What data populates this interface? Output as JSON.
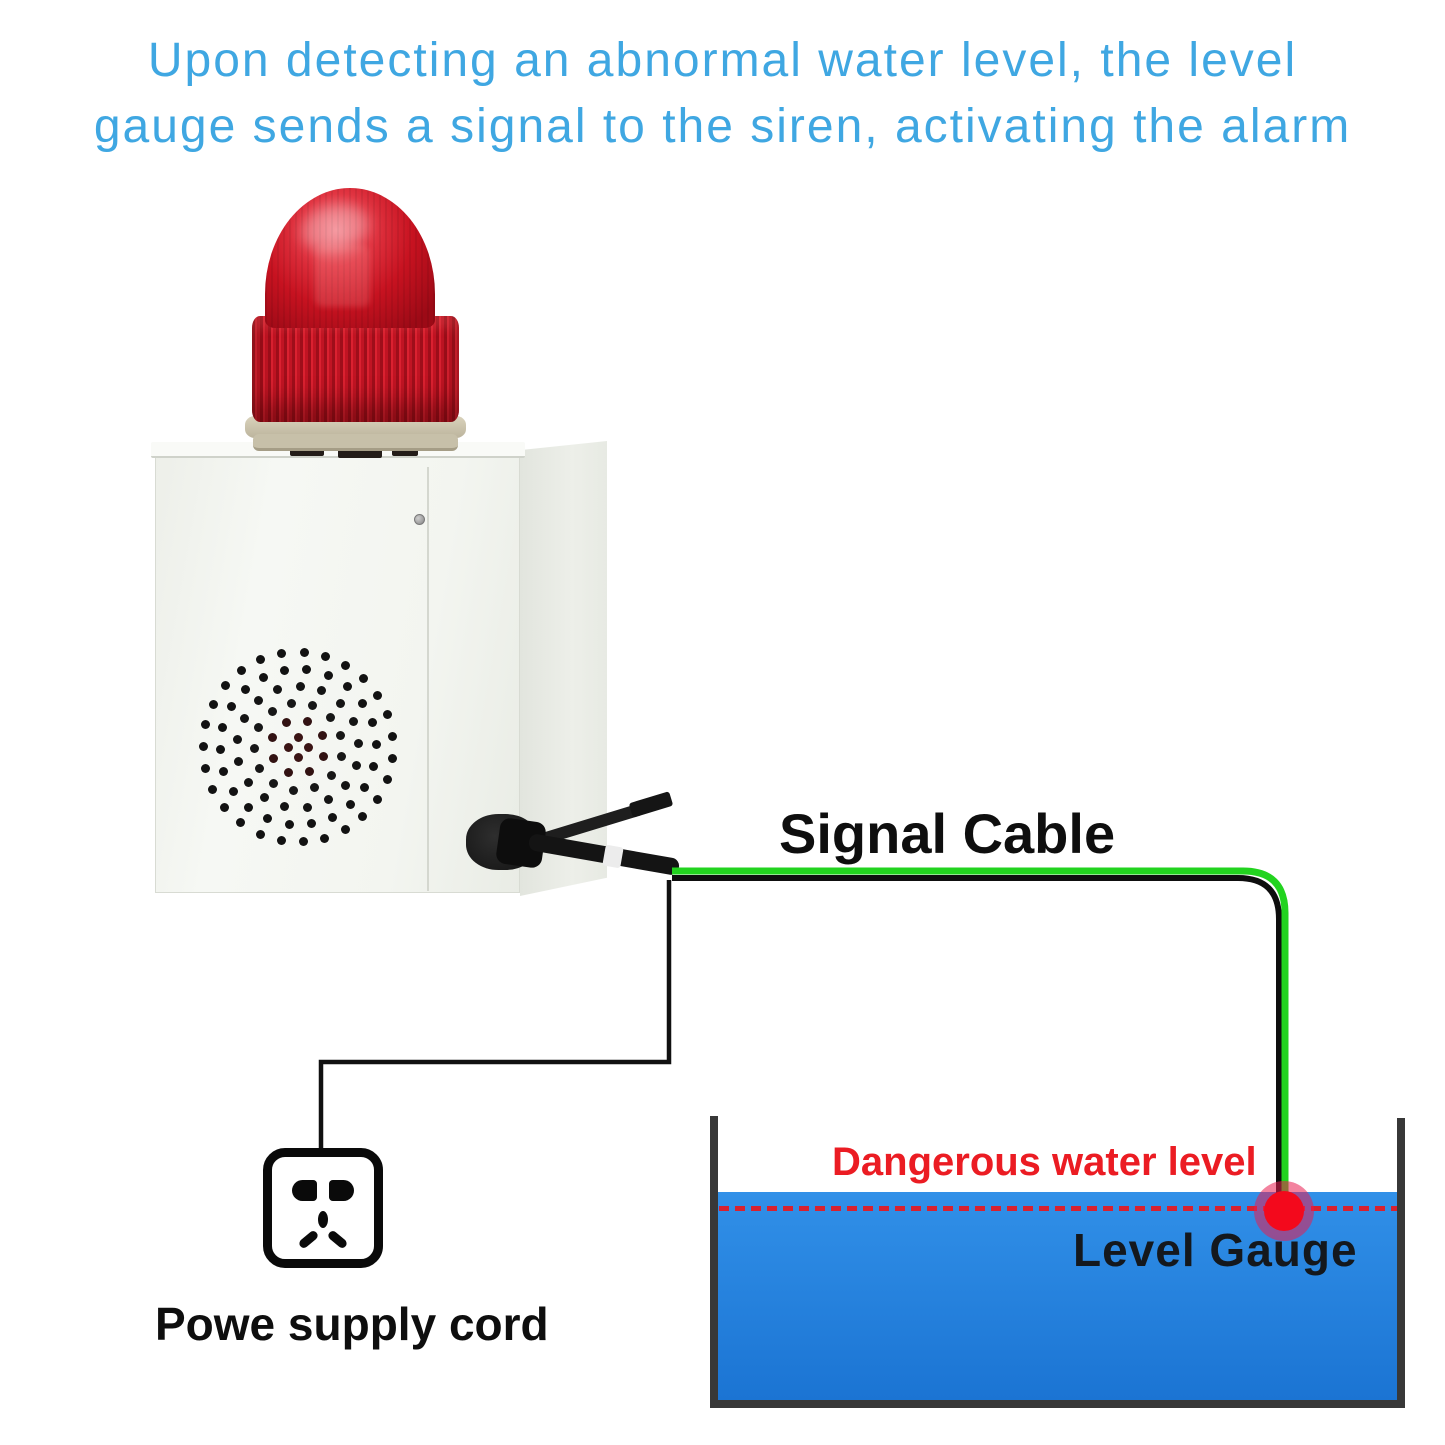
{
  "title": {
    "line1": "Upon detecting an abnormal water level, the level",
    "line2": "gauge sends a signal to the siren, activating the alarm"
  },
  "labels": {
    "signal_cable": "Signal Cable",
    "power_cord": "Powe supply cord",
    "dangerous_level": "Dangerous water level",
    "level_gauge": "Level Gauge"
  },
  "icons": {
    "siren_beacon": "red-beacon-light-icon",
    "speaker": "speaker-grille-icon",
    "power_outlet": "power-outlet-icon",
    "level_sensor": "red-dot-sensor-icon"
  },
  "colors": {
    "title_blue": "#3FA7E2",
    "alert_red": "#EB1C23",
    "dash_red": "#D8212F",
    "water_top": "#3190E8",
    "water_bottom": "#1B74D3",
    "cable_green": "#22D31F",
    "tank_wall": "#383838",
    "beacon_red": "#C71220",
    "beacon_base": "#C9C2AB",
    "box_white": "#F3F5F0"
  }
}
